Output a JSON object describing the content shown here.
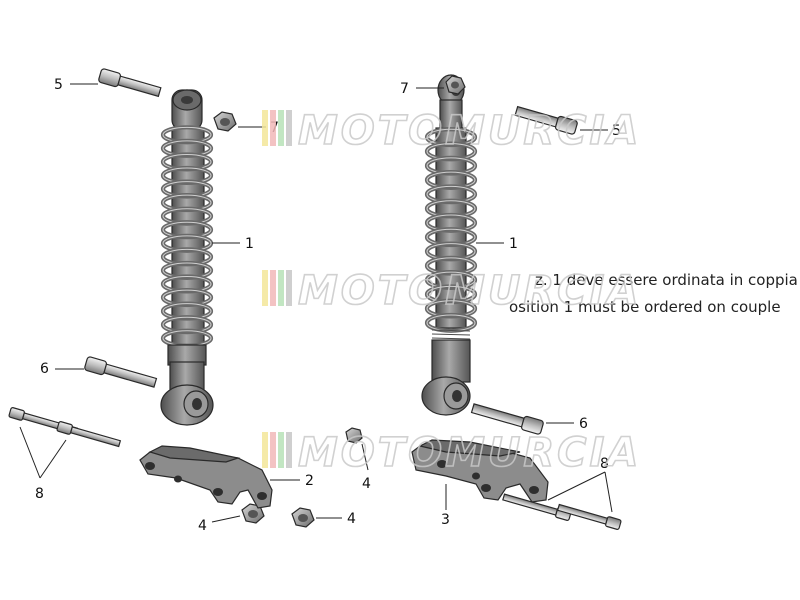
{
  "callouts": {
    "c5_left": "5",
    "c7_left": "7",
    "c1_left": "1",
    "c6_left": "6",
    "c8_left": "8",
    "c2": "2",
    "c4_bottom_left": "4",
    "c4_bottom_right": "4",
    "c4_center": "4",
    "c7_right": "7",
    "c5_right": "5",
    "c1_right": "1",
    "c6_right": "6",
    "c3": "3",
    "c8_right": "8"
  },
  "note": {
    "line_it": "z. 1 deve essere ordinata in coppia",
    "line_en": "osition 1 must be ordered on couple"
  },
  "watermark": {
    "text": "MOTOMURCIA",
    "stripe_colors": [
      "#f4e79a",
      "#f2b9b9",
      "#b8e2b8",
      "#c7c7c7"
    ]
  },
  "colors": {
    "metal_dark": "#5b5b5b",
    "metal_mid": "#8a8a8a",
    "metal_light": "#bdbdbd",
    "spring": "#6a6a6a"
  }
}
